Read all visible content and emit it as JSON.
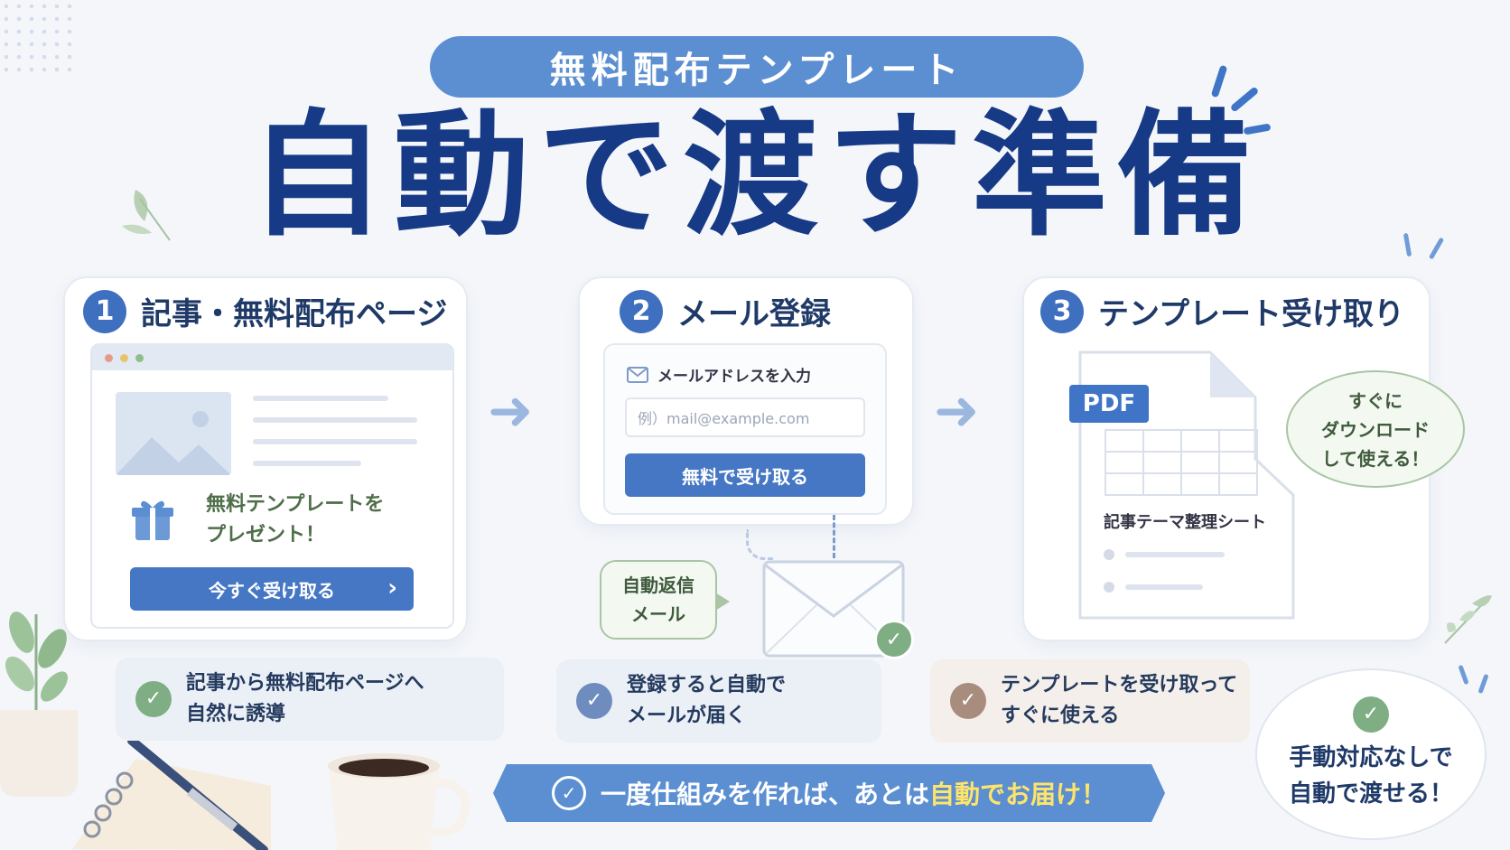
{
  "header": {
    "pill": "無料配布テンプレート",
    "title": "自動で渡す準備"
  },
  "steps": [
    {
      "number": "1",
      "title": "記事・無料配布ページ",
      "gift_text_1": "無料テンプレートを",
      "gift_text_2": "プレゼント！",
      "button": "今すぐ受け取る",
      "button_chevron": "›",
      "note_1": "記事から無料配布ページへ",
      "note_2": "自然に誘導"
    },
    {
      "number": "2",
      "title": "メール登録",
      "field_label": "メールアドレスを入力",
      "field_placeholder": "例）mail@example.com",
      "button": "無料で受け取る",
      "auto_reply_1": "自動返信",
      "auto_reply_2": "メール",
      "note_1": "登録すると自動で",
      "note_2": "メールが届く"
    },
    {
      "number": "3",
      "title": "テンプレート受け取り",
      "file_badge": "PDF",
      "sheet_title": "記事テーマ整理シート",
      "bubble_1": "すぐに",
      "bubble_2": "ダウンロード",
      "bubble_3": "して使える！",
      "note_1": "テンプレートを受け取って",
      "note_2": "すぐに使える"
    }
  ],
  "banner": {
    "text_before": "一度仕組みを作れば、あとは",
    "text_highlight": "自動でお届け！"
  },
  "badge": {
    "line_1": "手動対応なしで",
    "line_2": "自動で渡せる！"
  },
  "icons": {
    "check": "✓",
    "arrow": "➜"
  },
  "colors": {
    "accent": "#5b8fd1",
    "title": "#163a86",
    "green": "#7fae84",
    "brown": "#a88c7e"
  }
}
